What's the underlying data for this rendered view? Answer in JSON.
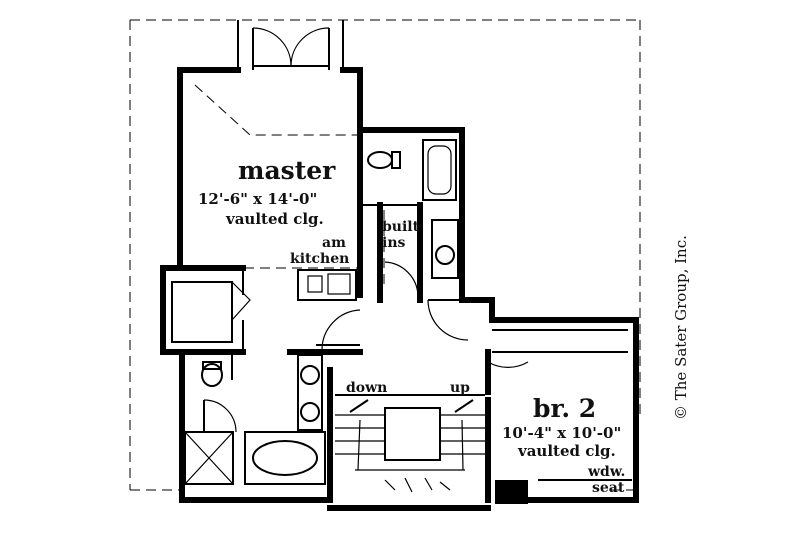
{
  "rooms": {
    "master": {
      "name": "master",
      "size": "12'-6\" x 14'-0\"",
      "ceiling": "vaulted clg."
    },
    "br2": {
      "name": "br. 2",
      "size": "10'-4\" x 10'-0\"",
      "ceiling": "vaulted clg."
    }
  },
  "notes": {
    "am_kitchen_1": "am",
    "am_kitchen_2": "kitchen",
    "built_ins_1": "built",
    "built_ins_2": "ins",
    "down": "down",
    "up": "up",
    "wdw_seat_1": "wdw.",
    "wdw_seat_2": "seat"
  },
  "copyright": "© The Sater Group, Inc."
}
